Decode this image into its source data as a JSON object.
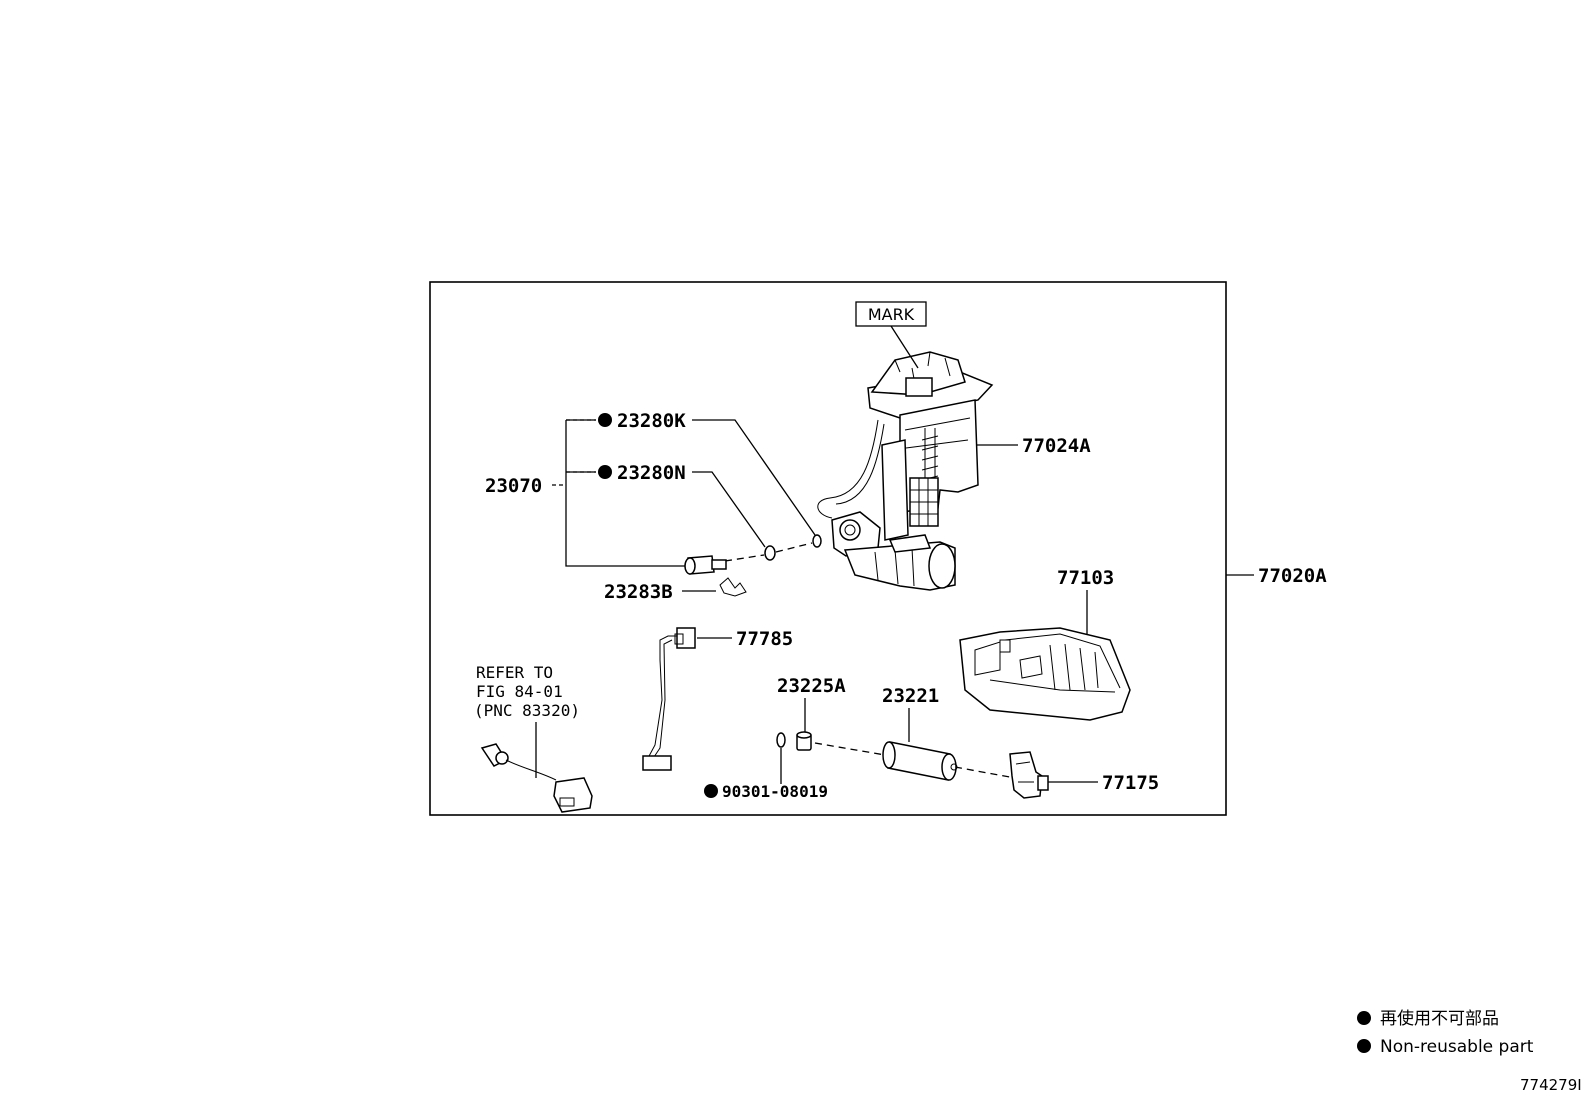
{
  "diagram": {
    "callouts": {
      "mark": "MARK",
      "p77024a": "77024A",
      "p23280k": "23280K",
      "p23280n": "23280N",
      "p23070": "23070",
      "p23283b": "23283B",
      "p77020a": "77020A",
      "p77103": "77103",
      "p77785": "77785",
      "p23225a": "23225A",
      "p23221": "23221",
      "p90301": "90301-08019",
      "p77175": "77175"
    },
    "refer": {
      "line1": "REFER TO",
      "line2": "FIG 84-01",
      "line3": "(PNC 83320)"
    },
    "legend": {
      "jp": "再使用不可部品",
      "en": "Non-reusable part"
    },
    "figure_id": "774279I"
  }
}
